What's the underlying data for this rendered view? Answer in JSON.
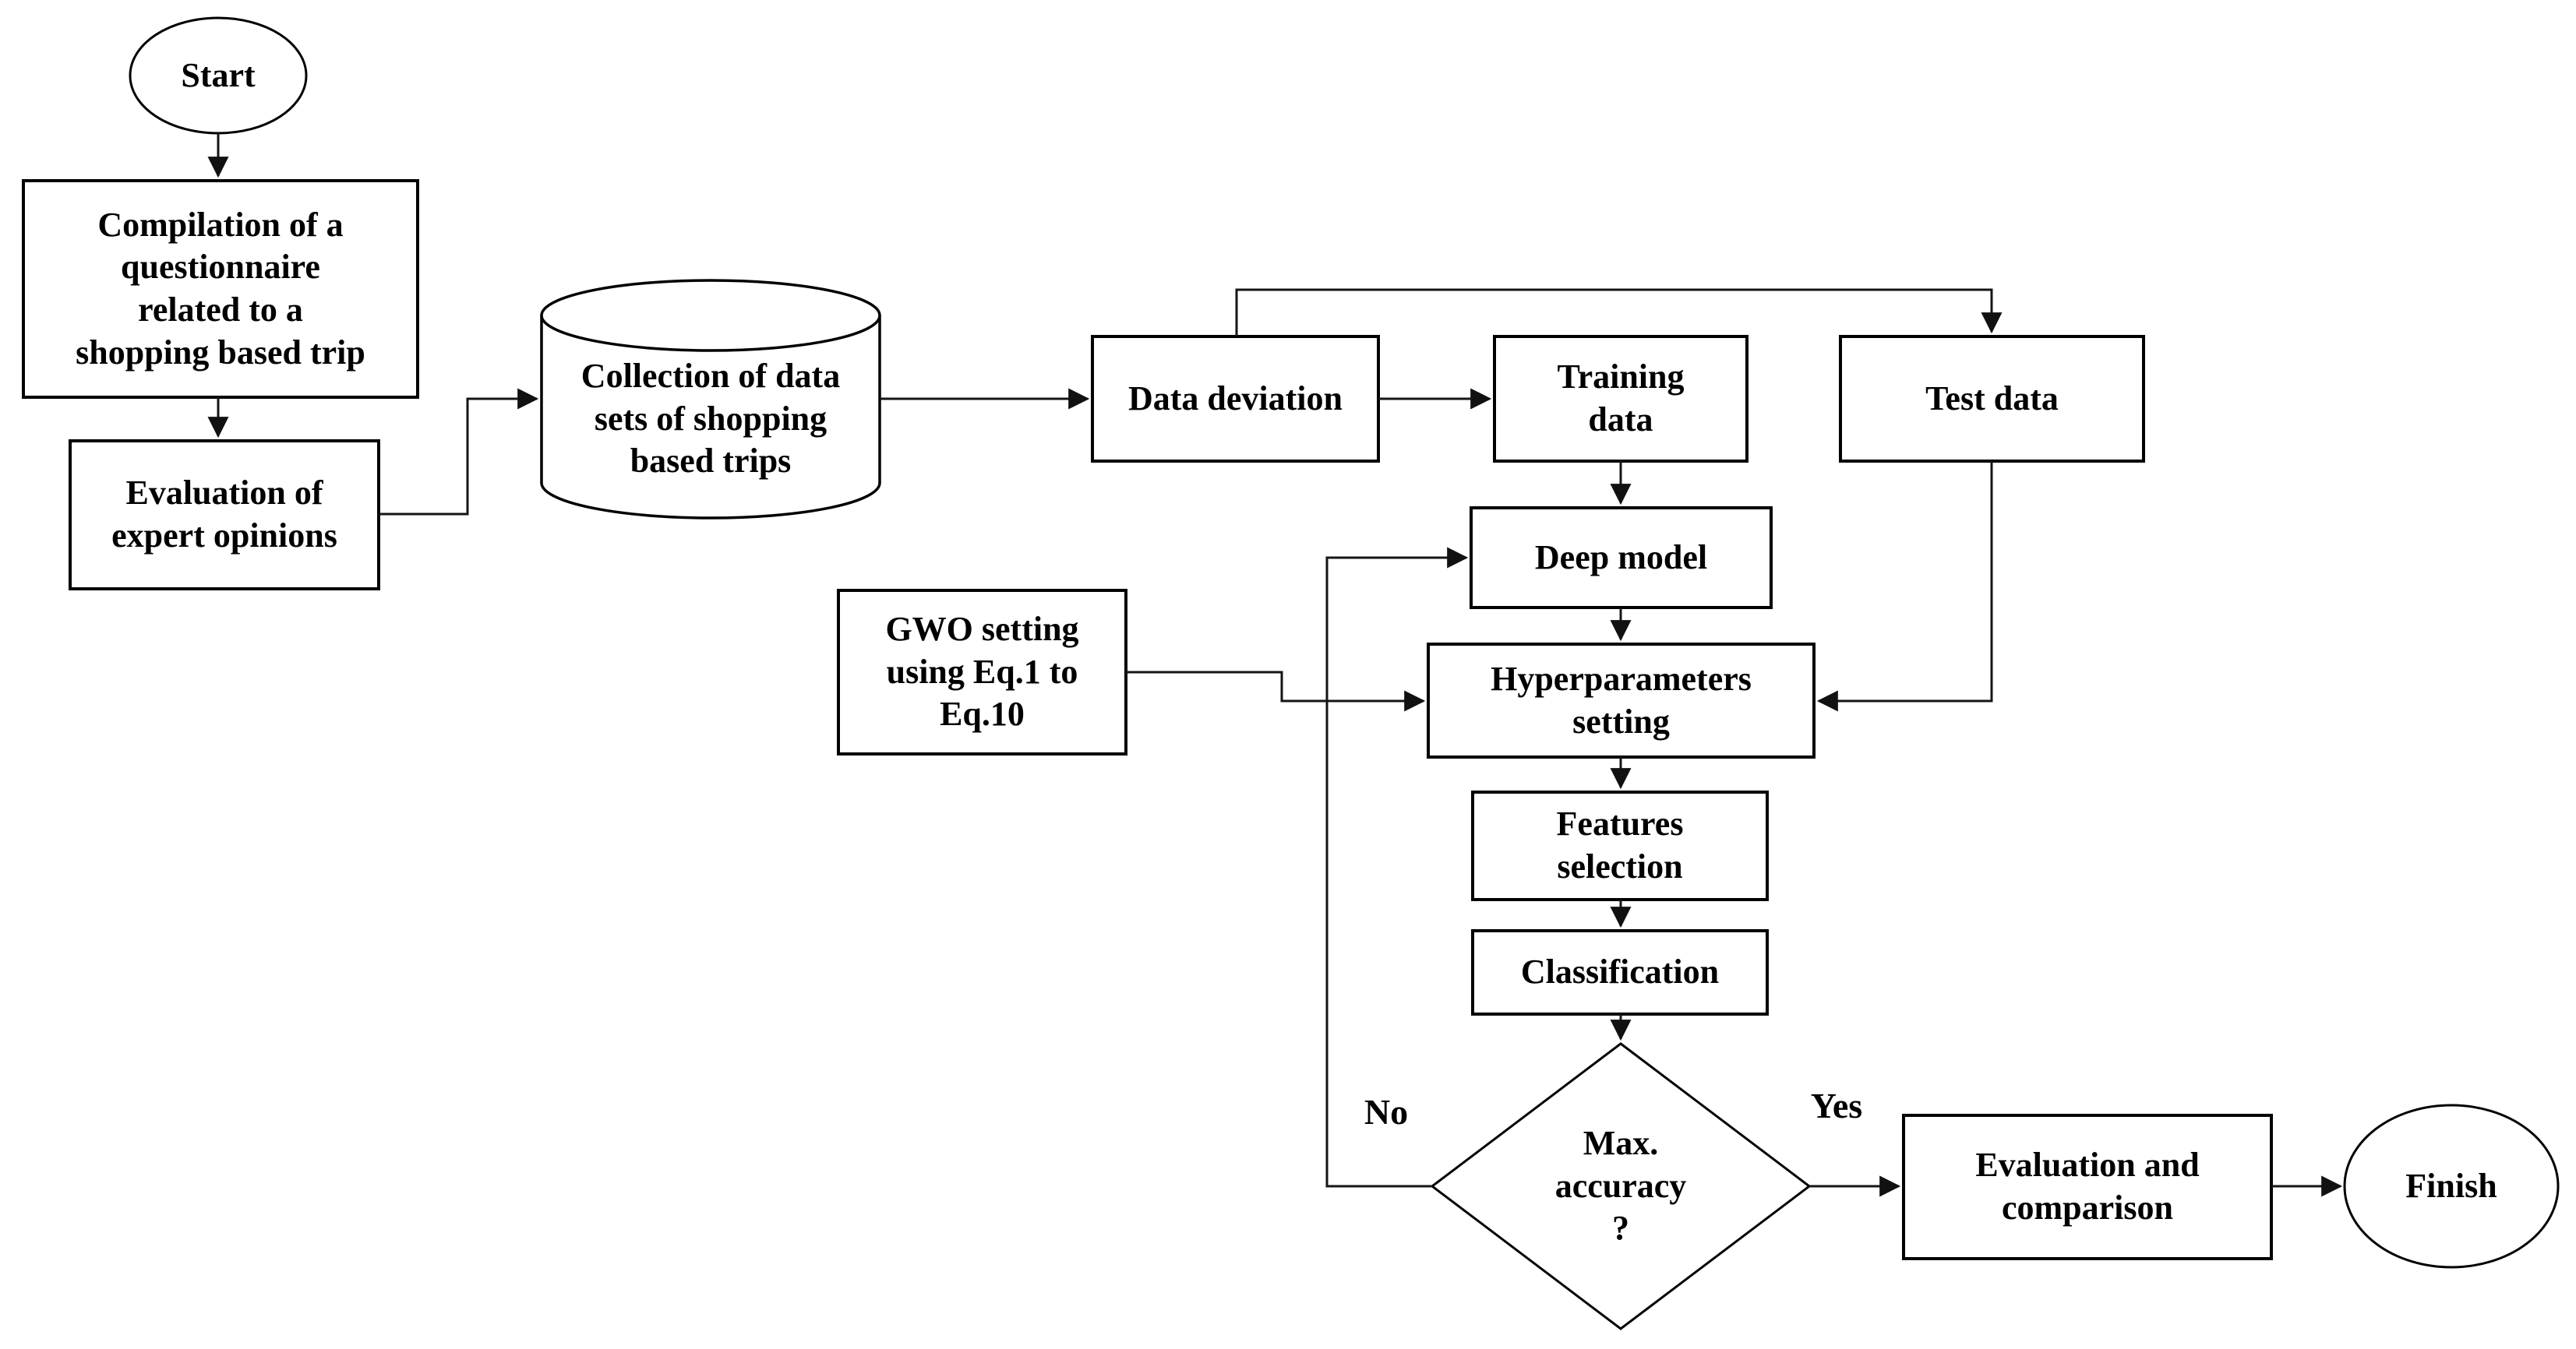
{
  "figure": {
    "background": "#ffffff",
    "ink": "#000000",
    "type": "flowchart"
  },
  "nodes": {
    "start": {
      "type": "terminator",
      "label": "Start"
    },
    "compilation": {
      "type": "process",
      "label": "Compilation of a\nquestionnaire\nrelated to a\nshopping based trip"
    },
    "evaluation": {
      "type": "process",
      "label": "Evaluation of\nexpert opinions"
    },
    "collection": {
      "type": "data-store",
      "label": "Collection of data\nsets of shopping\nbased trips"
    },
    "data_deviation": {
      "type": "process",
      "label": "Data deviation"
    },
    "training_data": {
      "type": "process",
      "label": "Training\ndata"
    },
    "test_data": {
      "type": "process",
      "label": "Test data"
    },
    "deep_model": {
      "type": "process",
      "label": "Deep model"
    },
    "gwo_setting": {
      "type": "process",
      "label": "GWO setting\nusing Eq.1 to\nEq.10"
    },
    "hyperparameters": {
      "type": "process",
      "label": "Hyperparameters\nsetting"
    },
    "features_selection": {
      "type": "process",
      "label": "Features\nselection"
    },
    "classification": {
      "type": "process",
      "label": "Classification"
    },
    "decision": {
      "type": "decision",
      "label": "Max.\naccuracy\n?"
    },
    "evaluation_comparison": {
      "type": "process",
      "label": "Evaluation and\ncomparison"
    },
    "finish": {
      "type": "terminator",
      "label": "Finish"
    }
  },
  "edge_labels": {
    "yes": "Yes",
    "no": "No"
  }
}
